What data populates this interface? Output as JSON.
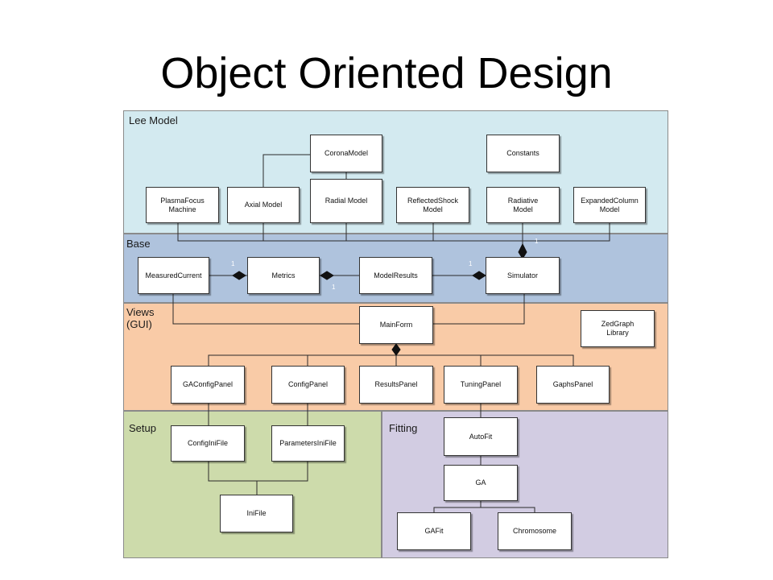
{
  "slide": {
    "title": "Object Oriented Design"
  },
  "regions": {
    "lee_model": {
      "label": "Lee Model",
      "color": "#d3eaf0"
    },
    "base": {
      "label": "Base",
      "color": "#afc3dd"
    },
    "views": {
      "label": "Views\n(GUI)",
      "color": "#f9cba7"
    },
    "setup": {
      "label": "Setup",
      "color": "#cddbab"
    },
    "fitting": {
      "label": "Fitting",
      "color": "#d2cce2"
    }
  },
  "classes": {
    "corona_model": "CoronaModel",
    "constants": "Constants",
    "plasma_focus_machine": "PlasmaFocus\nMachine",
    "axial_model": "Axial Model",
    "radial_model": "Radial Model",
    "reflected_shock_model": "ReflectedShock\nModel",
    "radiative_model": "Radiative\nModel",
    "expanded_column_model": "ExpandedColumn\nModel",
    "measured_current": "MeasuredCurrent",
    "metrics": "Metrics",
    "model_results": "ModelResults",
    "simulator": "Simulator",
    "main_form": "MainForm",
    "zedgraph_library": "ZedGraph\nLibrary",
    "ga_config_panel": "GAConfigPanel",
    "config_panel": "ConfigPanel",
    "results_panel": "ResultsPanel",
    "tuning_panel": "TuningPanel",
    "gaphs_panel": "GaphsPanel",
    "config_ini_file": "ConfigIniFile",
    "parameters_ini_file": "ParametersIniFile",
    "ini_file": "IniFile",
    "auto_fit": "AutoFit",
    "ga": "GA",
    "ga_fit": "GAFit",
    "chromosome": "Chromosome"
  },
  "multiplicities": {
    "simulator_models": "1",
    "measured_metrics": "1",
    "metrics_results": "1",
    "results_simulator": "1"
  }
}
